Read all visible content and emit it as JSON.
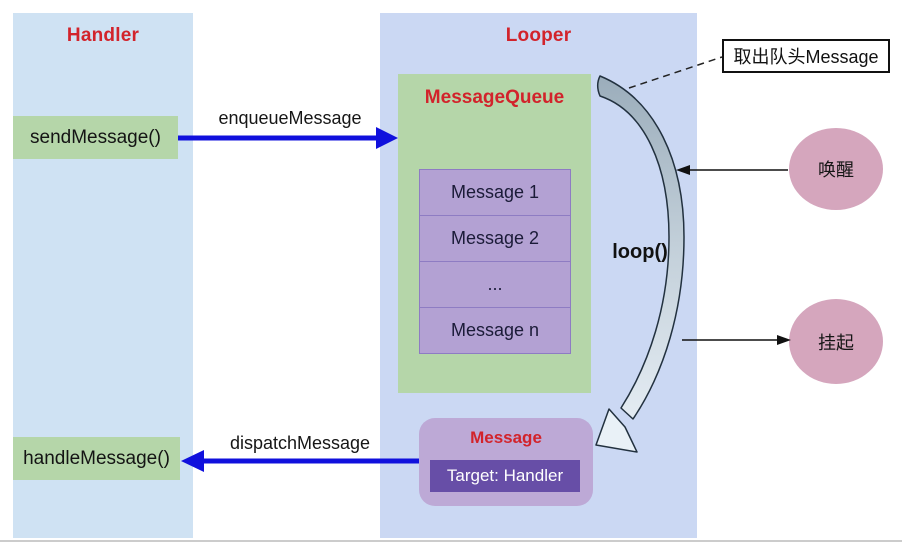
{
  "diagram": {
    "handler": {
      "title": "Handler",
      "send_box_label": "sendMessage()",
      "handle_box_label": "handleMessage()"
    },
    "looper": {
      "title": "Looper",
      "loop_label": "loop()",
      "message_queue": {
        "title": "MessageQueue",
        "rows": [
          "Message 1",
          "Message 2",
          "...",
          "Message n"
        ]
      },
      "message_box": {
        "title": "Message",
        "target_label": "Target: Handler"
      }
    },
    "arrows": {
      "enqueue_label": "enqueueMessage",
      "dispatch_label": "dispatchMessage"
    },
    "callout_label": "取出队头Message",
    "circles": {
      "wake_label": "唤醒",
      "suspend_label": "挂起"
    },
    "colors": {
      "handler_column": "#cfe2f3",
      "looper_column": "#cbd8f3",
      "green_box": "#b5d6a9",
      "queue_row_purple": "#b3a1d3",
      "message_box_purple": "#bda9d6",
      "target_dark_purple": "#674ea7",
      "circle_pink": "#d5a6bd",
      "title_red": "#d2232b",
      "arrow_blue": "#1010dd"
    }
  }
}
